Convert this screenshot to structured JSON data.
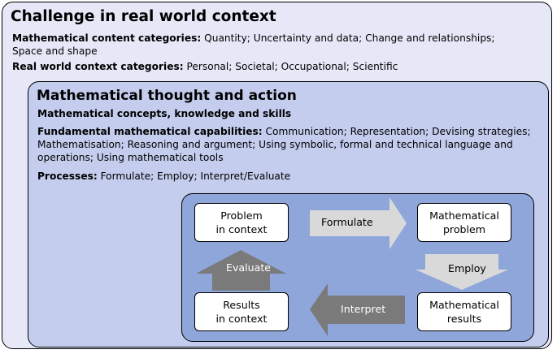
{
  "outer": {
    "title": "Challenge in real world context",
    "content_categories_label": "Mathematical content categories:",
    "content_categories_line1": " Quantity; Uncertainty and data; Change and relationships;",
    "content_categories_line2": "Space and shape",
    "context_categories_label": "Real world context categories:",
    "context_categories_value": " Personal; Societal; Occupational; Scientific"
  },
  "middle": {
    "title": "Mathematical thought and action",
    "concepts": "Mathematical concepts, knowledge and skills",
    "capabilities_label": "Fundamental mathematical capabilities:",
    "capabilities_line1": " Communication; Representation; Devising strategies;",
    "capabilities_line2": "Mathematisation; Reasoning and argument; Using symbolic, formal and technical language and",
    "capabilities_line3": "operations; Using mathematical tools",
    "processes_label": "Processes:",
    "processes_value": " Formulate; Employ; Interpret/Evaluate"
  },
  "cycle": {
    "problem_in_context": "Problem\nin context",
    "mathematical_problem": "Mathematical\nproblem",
    "mathematical_results": "Mathematical\nresults",
    "results_in_context": "Results\nin context",
    "formulate": "Formulate",
    "employ": "Employ",
    "interpret": "Interpret",
    "evaluate": "Evaluate"
  },
  "colors": {
    "outer_fill": "#e6e8f8",
    "middle_fill": "#c4cdee",
    "inner_fill": "#8fa6da",
    "light_arrow": "#d9d9d9",
    "dark_arrow": "#7a7a7a"
  }
}
